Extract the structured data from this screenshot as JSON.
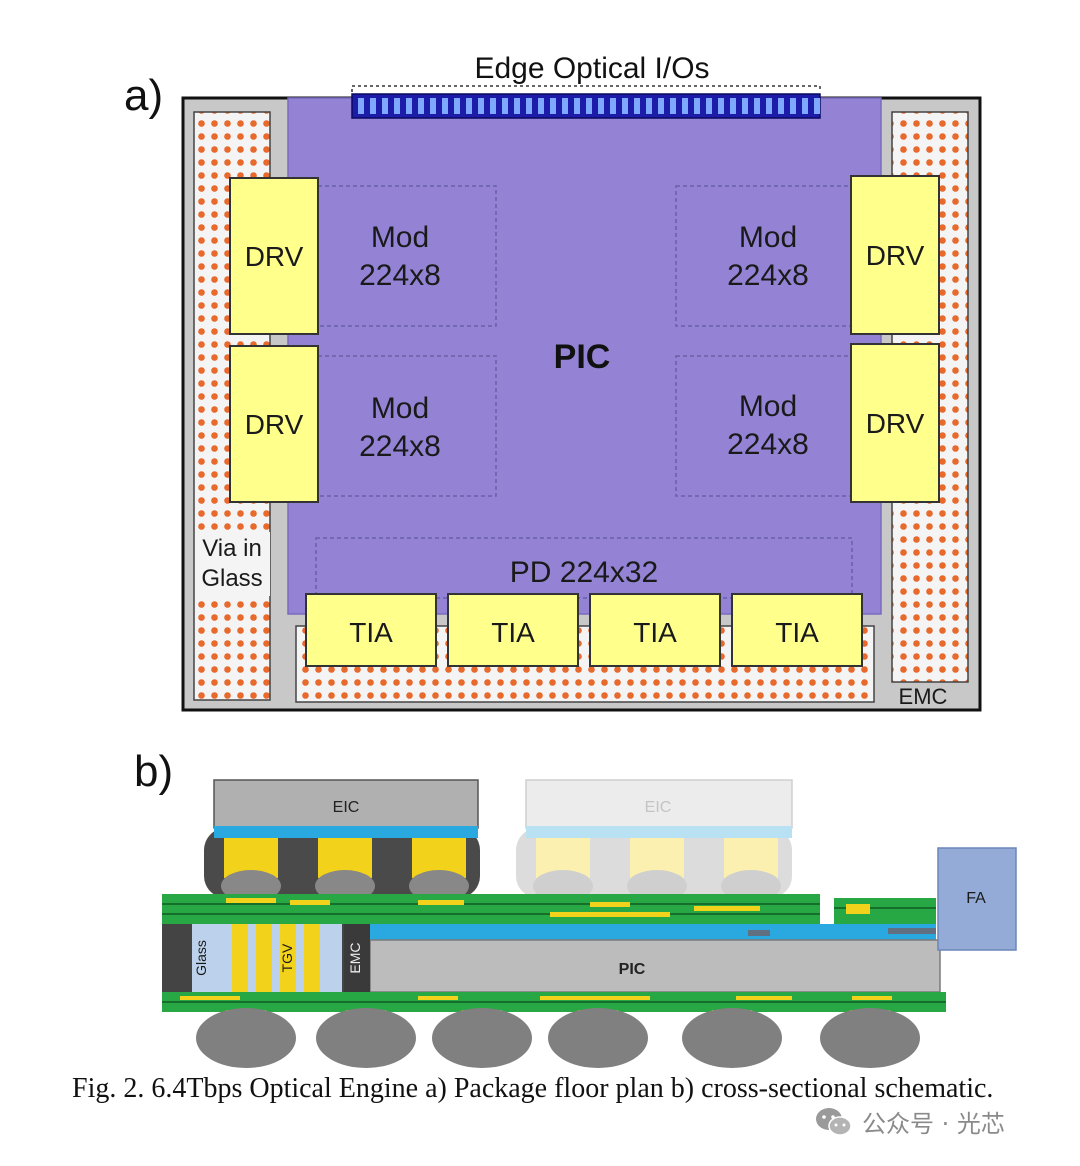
{
  "panel_a": {
    "label": "a)",
    "edge_io_label": "Edge Optical I/Os",
    "pic_label": "PIC",
    "drv_label": "DRV",
    "mod_line1": "Mod",
    "mod_line2": "224x8",
    "pd_label": "PD 224x32",
    "tia_label": "TIA",
    "via_line1": "Via in",
    "via_line2": "Glass",
    "emc_label": "EMC"
  },
  "panel_b": {
    "label": "b)",
    "eic_label": "EIC",
    "fa_label": "FA",
    "pic_label": "PIC",
    "glass_label": "Glass",
    "tgv_label": "TGV",
    "emc_label": "EMC"
  },
  "caption": "Fig. 2. 6.4Tbps Optical Engine a) Package floor plan b) cross-sectional schematic.",
  "watermark": "公众号 · 光芯",
  "colors": {
    "pic": "#9483d4",
    "emc": "#c8c8c8",
    "block": "#ffff8c",
    "via": "#e8692c",
    "substrate": "#28a745",
    "glass": "#bcd2ec",
    "fa": "#93abd6",
    "gold": "#f2d21a"
  }
}
